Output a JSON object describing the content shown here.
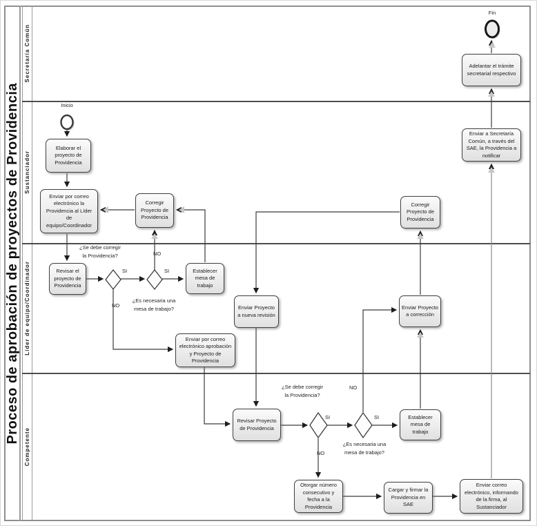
{
  "diagram": {
    "title": "Proceso de aprobación de proyectos de Providencia",
    "lanes": [
      {
        "label": "Secretaría Común"
      },
      {
        "label": "Sustanciador"
      },
      {
        "label": "Líder de equipo/Coordinador"
      },
      {
        "label": "Competente"
      }
    ],
    "events": {
      "start": "Inicio",
      "end": "Fin"
    },
    "tasks": {
      "elaborar": "Elaborar el proyecto de Providencia",
      "enviar_correo_lider": "Enviar por correo electrónico la Providencia al Líder de equipo/Coordinador",
      "corregir_1": "Corregir Proyecto de Providencia",
      "corregir_2": "Corregir Proyecto de Providencia",
      "enviar_secretaria": "Enviar a Secretaría Común, a través del SAE, la Providencia a notificar",
      "adelantar": "Adelantar el trámite secretarial respectivo",
      "revisar_1": "Revisar el proyecto de Providencia",
      "establecer_1": "Establecer mesa de trabajo",
      "enviar_aprobacion": "Enviar por correo electrónico aprobación y Proyecto de Providencia",
      "nueva_revision": "Enviar Proyecto a nueva revisión",
      "enviar_correccion": "Enviar Proyecto a corrección",
      "revisar_2": "Revisar Proyecto de Providencia",
      "establecer_2": "Establecer mesa de trabajo",
      "otorgar": "Otorgar número consecutivo y fecha a la Providencia",
      "cargar_firmar": "Cargar y firmar la Providencia en SAE",
      "enviar_firma": "Enviar correo electrónico, informando de la firma, al Sustanciador"
    },
    "gateway_questions": {
      "q_corregir_lider": "¿Se debe corregir la Providencia?",
      "q_mesa_lider": "¿Es necesaria una mesa de trabajo?",
      "q_corregir_competente": "¿Se debe corregir la Providencia?",
      "q_mesa_competente": "¿Es necesaria una mesa de trabajo?"
    },
    "branch_labels": {
      "yes": "SI",
      "no": "NO"
    }
  }
}
